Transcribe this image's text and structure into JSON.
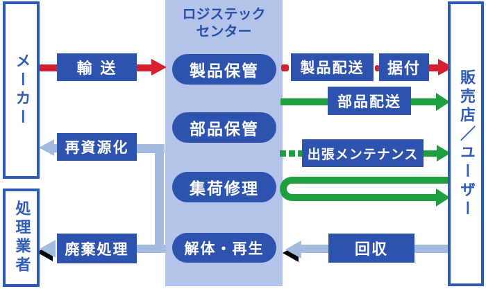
{
  "diagram": {
    "title": {
      "line1": "ロジステック",
      "line2": "センター"
    },
    "actors": {
      "maker": "メーカー",
      "processor": "処理業者",
      "dealer_user": "販売店／ユーザー"
    },
    "center_functions": [
      "製品保管",
      "部品保管",
      "集荷修理",
      "解体・再生"
    ],
    "flows": {
      "transport": "輸 送",
      "product_delivery": "製品配送",
      "installation": "据付",
      "parts_delivery": "部品配送",
      "onsite_maintenance": "出張メンテナンス",
      "recycling": "再資源化",
      "waste_disposal": "廃棄処理",
      "collection": "回収"
    },
    "colors": {
      "band": "#b4c3ea",
      "node_blue": "#2d53af",
      "outline_blue": "#2f5bb8",
      "arrow_red": "#d61f2f",
      "arrow_green": "#1e9e3c",
      "arrow_pale_blue": "#a4bbe0",
      "shadow_black": "#000000"
    }
  }
}
